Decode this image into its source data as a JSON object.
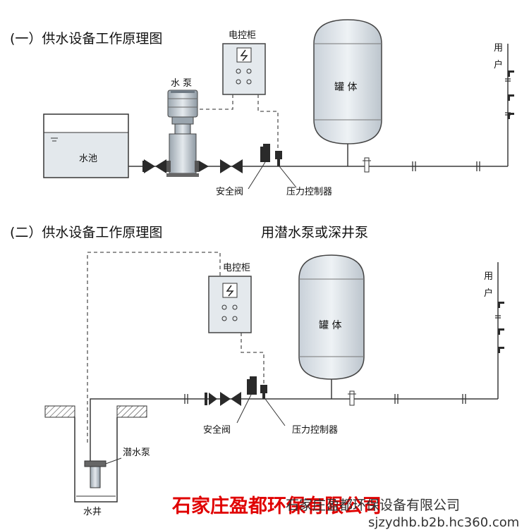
{
  "diagram1": {
    "title": "(一）供水设备工作原理图",
    "control_cabinet": "电控柜",
    "pump": "水  泵",
    "pool": "水池",
    "tank": "罐  体",
    "safety_valve": "安全阀",
    "pressure_controller": "压力控制器",
    "user": [
      "用",
      "户"
    ]
  },
  "diagram2": {
    "title": "(二）供水设备工作原理图",
    "subtitle": "用潜水泵或深井泵",
    "control_cabinet": "电控柜",
    "tank": "罐  体",
    "safety_valve": "安全阀",
    "pressure_controller": "压力控制器",
    "submersible_pump": "潜水泵",
    "well": "水井",
    "user": [
      "用",
      "户"
    ]
  },
  "company": "石家庄盈都环保有限公司",
  "watermark": {
    "line1": "石家庄盈都环保设备有限公司",
    "line2": "sjzydhb.b2b.hc360.com"
  },
  "colors": {
    "line": "#3a3a3a",
    "fill_light": "#dfe5eb",
    "fill_mid": "#b8c2cc",
    "fill_dark": "#2a2a2a",
    "brand_red": "#e00000"
  }
}
